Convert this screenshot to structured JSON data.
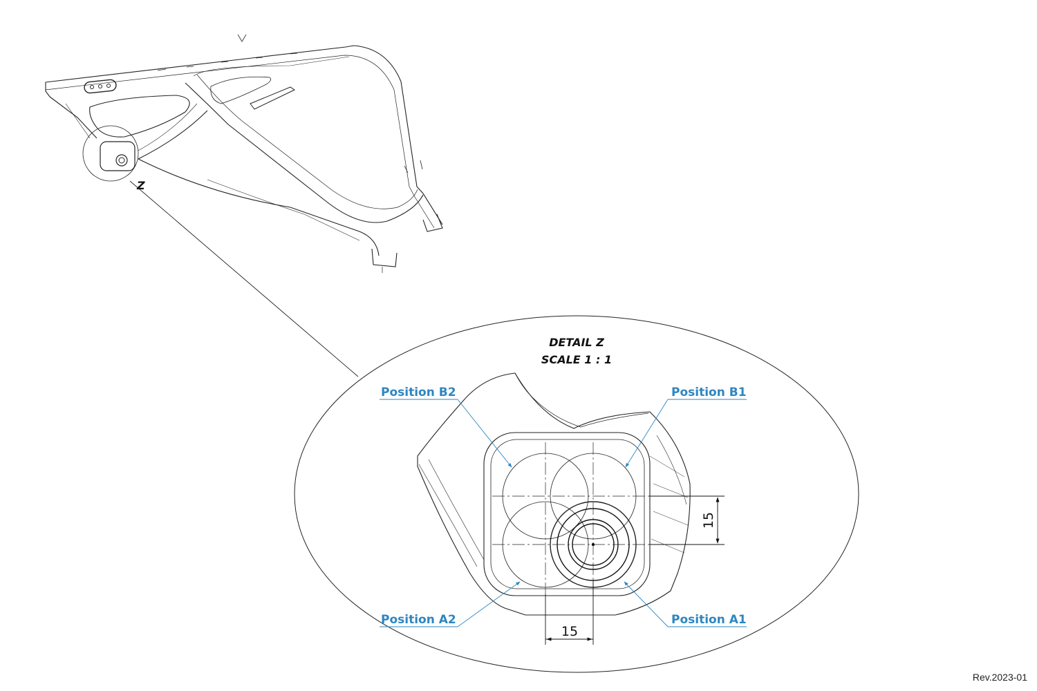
{
  "drawing": {
    "detail_marker": "Z",
    "detail_title": "DETAIL Z",
    "detail_scale": "SCALE 1 : 1",
    "positions": {
      "b2": "Position  B2",
      "b1": "Position  B1",
      "a2": "Position  A2",
      "a1": "Position  A1"
    },
    "dimensions": {
      "vertical": "15",
      "horizontal": "15"
    },
    "revision": "Rev.2023-01"
  },
  "colors": {
    "label": "#2e86c1",
    "line": "#111111"
  }
}
